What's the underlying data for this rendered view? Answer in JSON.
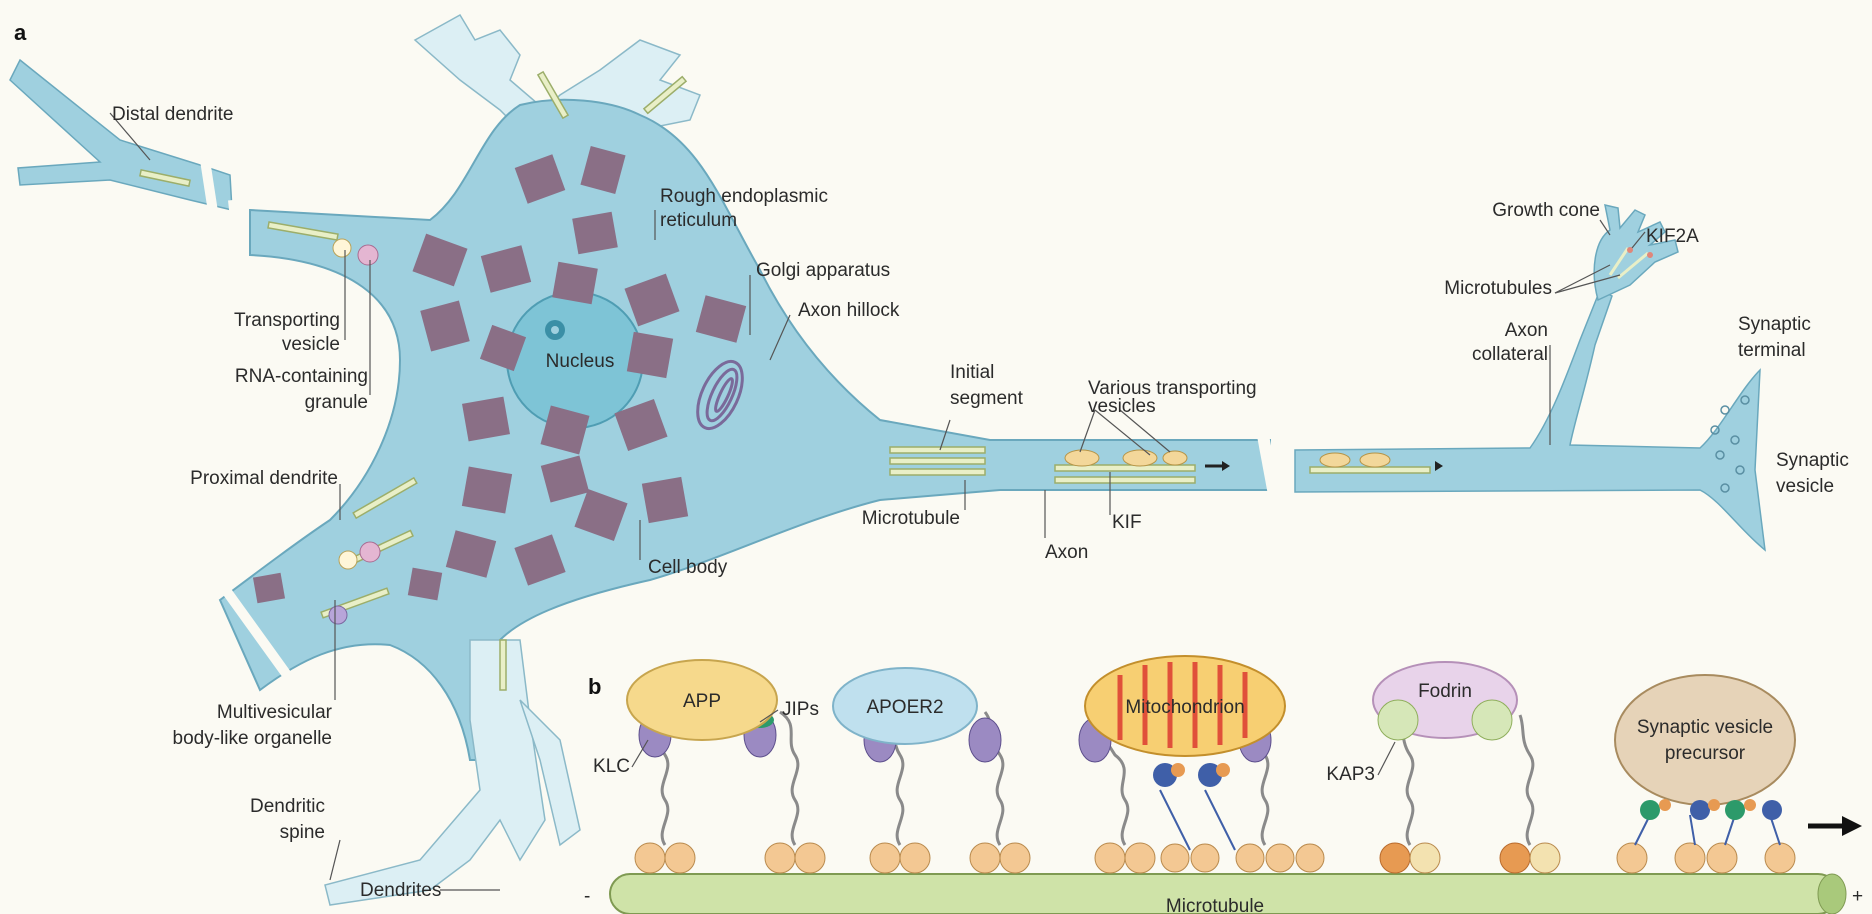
{
  "colors": {
    "background": "#fbfaf3",
    "cytoplasm": "#9fd0df",
    "dendrite_spine": "#d8eaf0",
    "nucleus": "#7ec4d6",
    "microtubule": "#dfe9bd",
    "kinesin_head": "#f3c893",
    "app": "#f6d98c",
    "apoer2": "#bfe0ee",
    "mitochondrion": "#f7cf72",
    "fodrin": "#e8d3ea",
    "synaptic_vesicle_precursor": "#e6d3b8"
  },
  "panels": {
    "a": "a",
    "b": "b"
  },
  "labels_a": {
    "distal_dendrite": "Distal dendrite",
    "transporting_vesicle_1": "Transporting",
    "transporting_vesicle_2": "vesicle",
    "rna_granule_1": "RNA-containing",
    "rna_granule_2": "granule",
    "proximal_dendrite": "Proximal dendrite",
    "multivesicular_1": "Multivesicular",
    "multivesicular_2": "body-like organelle",
    "dendritic_spine_1": "Dendritic",
    "dendritic_spine_2": "spine",
    "dendrites": "Dendrites",
    "nucleus": "Nucleus",
    "rer_1": "Rough endoplasmic",
    "rer_2": "reticulum",
    "golgi": "Golgi apparatus",
    "axon_hillock": "Axon hillock",
    "cell_body": "Cell body",
    "initial_segment_1": "Initial",
    "initial_segment_2": "segment",
    "microtubule": "Microtubule",
    "various_vesicles_1": "Various transporting",
    "various_vesicles_2": "vesicles",
    "axon": "Axon",
    "kif": "KIF",
    "growth_cone": "Growth cone",
    "kif2a": "KIF2A",
    "microtubules": "Microtubules",
    "axon_collateral_1": "Axon",
    "axon_collateral_2": "collateral",
    "synaptic_terminal_1": "Synaptic",
    "synaptic_terminal_2": "terminal",
    "synaptic_vesicle_1": "Synaptic",
    "synaptic_vesicle_2": "vesicle"
  },
  "labels_b": {
    "app": "APP",
    "jips": "JIPs",
    "apoer2": "APOER2",
    "mitochondrion": "Mitochondrion",
    "fodrin": "Fodrin",
    "kap3": "KAP3",
    "klc": "KLC",
    "svp_1": "Synaptic vesicle",
    "svp_2": "precursor",
    "microtubule": "Microtubule",
    "minus": "-",
    "plus": "+"
  }
}
